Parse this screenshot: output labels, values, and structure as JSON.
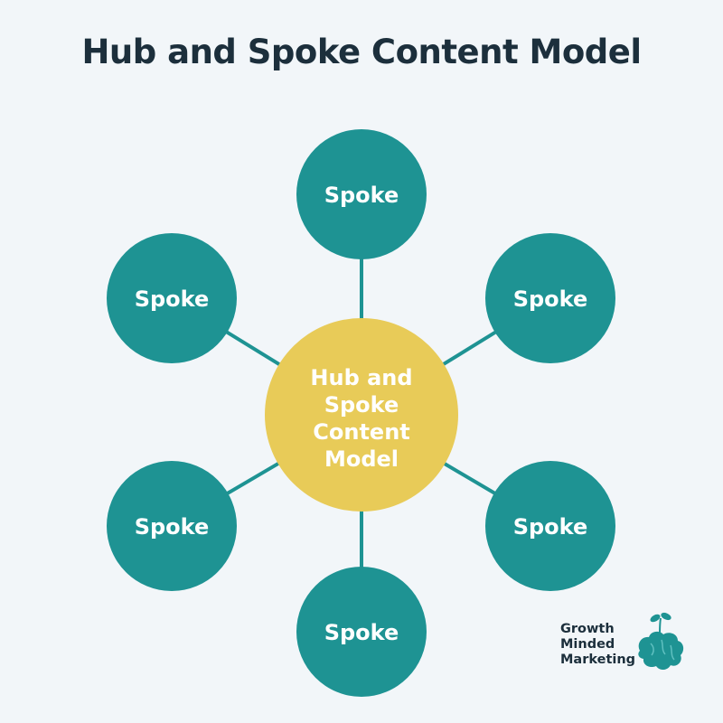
{
  "title": "Hub and Spoke Content Model",
  "hub": {
    "lines": [
      "Hub and",
      "Spoke",
      "Content",
      "Model"
    ],
    "color": "#e8cb58"
  },
  "spokes": [
    {
      "label": "Spoke",
      "position": "top"
    },
    {
      "label": "Spoke",
      "position": "top-right"
    },
    {
      "label": "Spoke",
      "position": "bottom-right"
    },
    {
      "label": "Spoke",
      "position": "bottom"
    },
    {
      "label": "Spoke",
      "position": "bottom-left"
    },
    {
      "label": "Spoke",
      "position": "top-left"
    }
  ],
  "colors": {
    "spoke": "#1e9393",
    "text_light": "#ffffff",
    "title": "#1c2f3c",
    "background": "#f2f6f9"
  },
  "brand": {
    "lines": [
      "Growth",
      "Minded",
      "Marketing"
    ],
    "logo_icon": "brain-sprout-icon"
  }
}
